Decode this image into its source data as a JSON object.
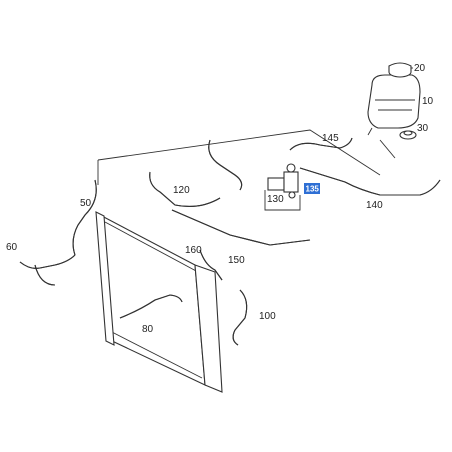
{
  "diagram": {
    "callouts": [
      {
        "id": "20",
        "text": "20"
      },
      {
        "id": "10",
        "text": "10"
      },
      {
        "id": "30",
        "text": "30"
      },
      {
        "id": "145",
        "text": "145"
      },
      {
        "id": "120",
        "text": "120"
      },
      {
        "id": "50",
        "text": "50"
      },
      {
        "id": "130",
        "text": "130"
      },
      {
        "id": "140",
        "text": "140"
      },
      {
        "id": "160",
        "text": "160"
      },
      {
        "id": "150",
        "text": "150"
      },
      {
        "id": "60",
        "text": "60"
      },
      {
        "id": "100",
        "text": "100"
      },
      {
        "id": "80",
        "text": "80"
      }
    ],
    "highlighted_callout": {
      "text": "135",
      "color": "#2e6fd4"
    }
  }
}
